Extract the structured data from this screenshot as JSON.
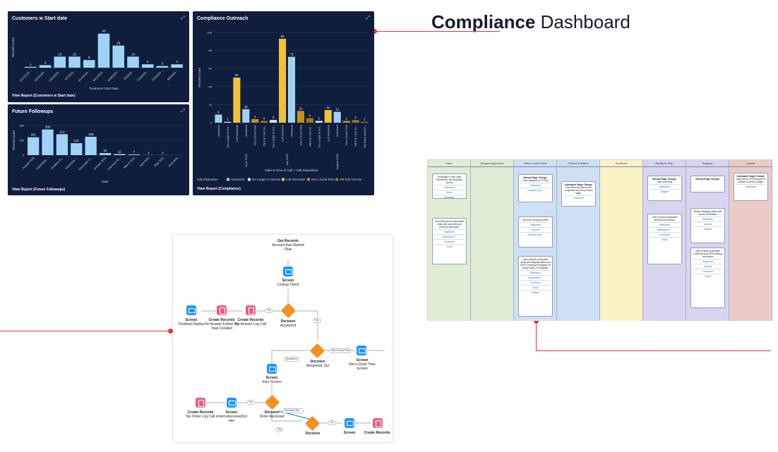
{
  "heading": {
    "bold": "Compliance",
    "regular": " Dashboard"
  },
  "colors": {
    "panel_bg": "#0f1e3d",
    "bar_light": "#9fd3f5",
    "bar_yellow": "#f2c13a",
    "bar_gold": "#c78f1c",
    "accent_red": "#e3383a"
  },
  "panels": {
    "customers": {
      "title": "Customers w Start date",
      "view_report": "View Report (Customers w Start date)",
      "expand_icon": "expand-icon"
    },
    "followups": {
      "title": "Future Followups",
      "view_report": "View Report (Future Followups)",
      "expand_icon": "expand-icon"
    },
    "compliance": {
      "title": "Compliance Outreach",
      "view_report": "View Report (Compliance)",
      "expand_icon": "expand-icon"
    }
  },
  "chart_data": [
    {
      "type": "bar",
      "title": "Customers w Start date",
      "xlabel": "Treatment Start Date",
      "ylabel": "Record Count",
      "categories": [
        "5/17/2020 ...",
        "5/24/2020 ...",
        "5/31/2020 ...",
        "6/7/2020 ...",
        "6/14/2020 ...",
        "6/21/2020 ...",
        "6/28/2020 ...",
        "7/5/2020 ...",
        "7/12/2020 ...",
        "7/19/2020 ...",
        "8/9/2020 ..."
      ],
      "values": [
        1,
        3,
        13,
        13,
        9,
        40,
        26,
        13,
        4,
        2,
        4
      ],
      "ylim": [
        0,
        48
      ],
      "grid": false
    },
    {
      "type": "bar",
      "title": "Future Followups",
      "xlabel": "Date",
      "ylabel": "Record Count",
      "yticks": [
        "300",
        "150",
        "0"
      ],
      "categories": [
        "August 2020",
        "September ...",
        "October 20...",
        "November ...",
        "December 2...",
        "January 2021",
        "February 20...",
        "March 2021",
        "April 2021",
        "May 2021",
        "June 2021"
      ],
      "values": [
        181,
        260,
        212,
        121,
        186,
        21,
        11,
        7,
        1,
        1,
        0
      ],
      "value_labels": [
        "181",
        "260",
        "212",
        "121",
        "186",
        "21",
        "11",
        "7",
        "1",
        "1",
        ""
      ],
      "ylim": [
        0,
        300
      ],
      "grid": true
    },
    {
      "type": "bar",
      "title": "Compliance Outreach",
      "xlabel": "Date & Time of Call  >  Call Disposition",
      "ylabel": "Record Count",
      "yticks": [
        "100",
        "80",
        "60",
        "40",
        "20",
        "0"
      ],
      "ylim": [
        0,
        100
      ],
      "legend_title": "Call Disposition",
      "legend": [
        "Answered",
        "No Longer In Service",
        "Left Voicemail",
        "Not a Good Time",
        "VM Full / Not Se"
      ],
      "groups": [
        "June 2020",
        "July 2020",
        "August 2020"
      ],
      "categories": [
        "Answered",
        "No Longer In Ser...",
        "Left Voicemail",
        "Answered",
        "Not a Good Time",
        "VM Full / Not Se...",
        "No Longer In Ser...",
        "Left Voicemail",
        "Answered",
        "Not a Good Time",
        "VM Full / Not Se...",
        "No Longer In Ser...",
        "Left Voicemail",
        "Answered",
        "Not a Good Time",
        "VM Full / Not Se...",
        "Too Busy, Asked t..."
      ],
      "values": [
        9,
        1,
        50,
        15,
        4,
        2,
        3,
        93,
        73,
        13,
        5,
        2,
        14,
        12,
        2,
        3,
        1
      ],
      "series_index": [
        0,
        1,
        2,
        0,
        3,
        4,
        1,
        2,
        0,
        3,
        4,
        1,
        2,
        0,
        3,
        4,
        4
      ]
    }
  ],
  "kanban": {
    "lanes": [
      {
        "name": "New",
        "color": "#e0edd4"
      },
      {
        "name": "Request Approved",
        "color": "#e0edd4"
      },
      {
        "name": "Return Label Sent",
        "color": "#cfe0f5"
      },
      {
        "name": "Printed & Mailed",
        "color": "#cfe0f5"
      },
      {
        "name": "Received",
        "color": "#fbf3c4"
      },
      {
        "name": "Ready to Ship",
        "color": "#d9d4ef"
      },
      {
        "name": "Shipped",
        "color": "#d9d4ef"
      },
      {
        "name": "Closed",
        "color": "#eccbc6"
      }
    ],
    "cards": {
      "new_1": {
        "text": "Unassigned. New Case Received in the Requests Queue",
        "links": [
          "Salesforce",
          "Email",
          "Escalation"
        ]
      },
      "new_2": {
        "text": "User Receives an automated email with case field and previous information",
        "links": [
          "Salesforce",
          "Automated E...",
          "Consumer",
          "Email"
        ]
      },
      "rls_1": {
        "title": "Manual Stage Change.",
        "text": "Case assigned to CS Rep",
        "links": [
          "Salesforce",
          "Customer Exp..."
        ]
      },
      "rls_2": {
        "text": "Generate Shipping Labels",
        "links": [
          "Salesforce",
          "Account",
          "Customer Exp..."
        ]
      },
      "rls_3": {
        "text": "User receives automated email with shipping labels and USPS Tracking information for empty boxes, if requested.",
        "links": [
          "Salesforce",
          "Automated E...",
          "Consumer",
          "Email",
          "Shipper"
        ]
      },
      "pm_1": {
        "title": "Automated Stage Change:",
        "text": "Once after the actions are completed from the previous stage.",
        "links": [
          "Salesforce"
        ]
      },
      "rts_1": {
        "title": "Manual Stage Change:",
        "text": "upon receiving",
        "links": [
          "Salesforce",
          "Shipper"
        ]
      },
      "rts_2": {
        "text": "User received automated email about renewal.",
        "links": [
          "Salesforce",
          "Automated E...",
          "Consumer",
          "Email"
        ]
      },
      "sh_1": {
        "title": "Manual Stage Change:",
        "text": "",
        "links": []
      },
      "sh_2": {
        "text": "Return Shipping Labels and Boxes Generated",
        "links": [
          "Salesforce",
          "Account",
          "Shipper"
        ]
      },
      "sh_3": {
        "text": "User receives automated email with new UPS tracking information",
        "links": [
          "Salesforce",
          "Account",
          "Consumer",
          "Email"
        ]
      },
      "cl_1": {
        "title": "Automated Stage Change:",
        "text": "order return UPS shipment is created in previous stage.",
        "links": [
          "Salesforce"
        ]
      }
    }
  },
  "flow": {
    "get_records": {
      "title": "Get Records",
      "sub": "Account that Started Flow"
    },
    "lookup_client": {
      "title": "Screen",
      "sub": "Lookup Client"
    },
    "decision_answered": {
      "title": "Decision",
      "sub": "Answered"
    },
    "no_pill": "No",
    "yes_pill": "Yes",
    "no_answer_log": {
      "title": "Create Records",
      "sub": "No Answer Log Call"
    },
    "no_answer_follow": {
      "title": "Create Records",
      "sub": "No Answer Follow Up Task Created"
    },
    "finished_display": {
      "title": "Screen",
      "sub": "Finished Display"
    },
    "decision_answered_but": {
      "title": "Decision",
      "sub": "Answered, but"
    },
    "not_good_pill": "Not a Good Time",
    "answered_pill": "Answered",
    "not_good_screen": {
      "title": "Screen",
      "sub": "Not a Good Time Screen"
    },
    "intro_screen": {
      "title": "Screen",
      "sub": "Intro Screen"
    },
    "decision_order": {
      "title": "Decision",
      "sub": "Order Received"
    },
    "yes_pill2": "Yes",
    "no_order_pill": "No Order (Do...",
    "no_order_log": {
      "title": "Create Records",
      "sub": "No Order Log Call"
    },
    "ordernot_screen": {
      "title": "Screen",
      "sub": "ordernotreceivedScr een"
    },
    "no_pill2": "No",
    "yes_pill3": "Yes",
    "decision_bottom": {
      "title": "Decision",
      "sub": ""
    },
    "screen_bottom": {
      "title": "Screen",
      "sub": ""
    },
    "create_bottom": {
      "title": "Create Records",
      "sub": ""
    }
  }
}
